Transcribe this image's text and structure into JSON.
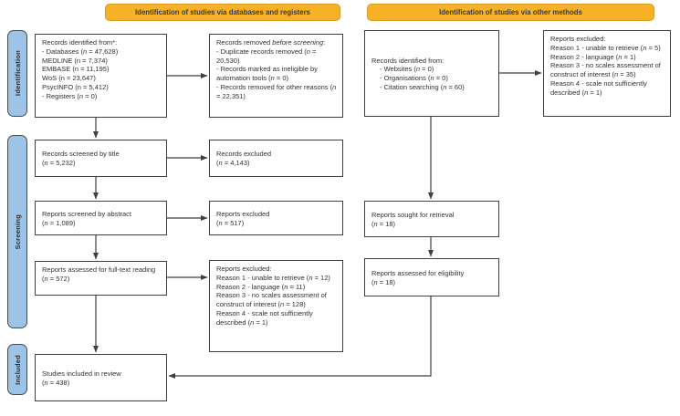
{
  "banners": {
    "databases": "Identification of studies via databases and registers",
    "other_methods": "Identification of studies via other methods"
  },
  "sidebar": {
    "identification": "Identification",
    "screening": "Screening",
    "included": "Included"
  },
  "colors": {
    "banner_fill": "#F7B127",
    "sidebar_fill": "#9DC3E6",
    "box_border": "#3F3F3F",
    "text": "#303030"
  },
  "boxes": {
    "records_identified_databases": {
      "lines": [
        "Records identified from*:",
        [
          {
            "t": "- Databases ("
          },
          {
            "t": "n",
            "i": true
          },
          {
            "t": " = 47,628)"
          }
        ],
        "MEDLINE (n = 7,374)",
        "EMBASE (n = 11,195)",
        "WoS (n = 23,647)",
        "PsycINFO (n = 5,412)",
        [
          {
            "t": "- Registers ("
          },
          {
            "t": "n",
            "i": true
          },
          {
            "t": " = 0)"
          }
        ]
      ]
    },
    "records_removed": {
      "lines": [
        [
          {
            "t": "Records removed "
          },
          {
            "t": "before screening",
            "i": true
          },
          {
            "t": ":"
          }
        ],
        [
          {
            "t": "- Duplicate records removed ("
          },
          {
            "t": "n",
            "i": true
          },
          {
            "t": " = 20,530)"
          }
        ],
        [
          {
            "t": "- Records marked as ineligible by automation tools ("
          },
          {
            "t": "n",
            "i": true
          },
          {
            "t": " = 0)"
          }
        ],
        [
          {
            "t": "- Records removed for other reasons ("
          },
          {
            "t": "n",
            "i": true
          },
          {
            "t": " = 22,351)"
          }
        ]
      ]
    },
    "records_screened_title": {
      "lines": [
        "Records screened by title",
        [
          {
            "t": "("
          },
          {
            "t": "n",
            "i": true
          },
          {
            "t": " = 5,232)"
          }
        ]
      ]
    },
    "records_excluded": {
      "lines": [
        "Records excluded",
        [
          {
            "t": "("
          },
          {
            "t": "n",
            "i": true
          },
          {
            "t": " = 4,143)"
          }
        ]
      ]
    },
    "reports_screened_abstract": {
      "lines": [
        "Reports screened by abstract",
        [
          {
            "t": "("
          },
          {
            "t": "n",
            "i": true
          },
          {
            "t": " = 1,089)"
          }
        ]
      ]
    },
    "reports_excluded_abstract": {
      "lines": [
        "Reports excluded",
        [
          {
            "t": "("
          },
          {
            "t": "n",
            "i": true
          },
          {
            "t": " = 517)"
          }
        ]
      ]
    },
    "reports_assessed_fulltext": {
      "lines": [
        "Reports assessed for full-text reading",
        [
          {
            "t": "("
          },
          {
            "t": "n",
            "i": true
          },
          {
            "t": " = 572)"
          }
        ]
      ]
    },
    "reports_excluded_fulltext": {
      "lines": [
        "Reports excluded:",
        [
          {
            "t": "Reason 1 - unable to retrieve ("
          },
          {
            "t": "n",
            "i": true
          },
          {
            "t": " = 12)"
          }
        ],
        [
          {
            "t": "Reason 2 - language ("
          },
          {
            "t": "n",
            "i": true
          },
          {
            "t": " = 11)"
          }
        ],
        [
          {
            "t": "Reason 3 - no scales assessment of construct of interest ("
          },
          {
            "t": "n",
            "i": true
          },
          {
            "t": " = 128)"
          }
        ],
        [
          {
            "t": "Reason 4 - scale not sufficiently described ("
          },
          {
            "t": "n",
            "i": true
          },
          {
            "t": " = 1)"
          }
        ]
      ]
    },
    "studies_included": {
      "lines": [
        "Studies included in review",
        [
          {
            "t": "("
          },
          {
            "t": "n",
            "i": true
          },
          {
            "t": " = 438)"
          }
        ]
      ]
    },
    "records_identified_other": {
      "lines": [
        "Records identified from:",
        [
          {
            "t": "- Websites ("
          },
          {
            "t": "n",
            "i": true
          },
          {
            "t": " = 0)"
          }
        ],
        [
          {
            "t": "- Organisations ("
          },
          {
            "t": "n",
            "i": true
          },
          {
            "t": " = 0)"
          }
        ],
        [
          {
            "t": "- Citation searching ("
          },
          {
            "t": "n",
            "i": true
          },
          {
            "t": " = 60)"
          }
        ]
      ]
    },
    "reports_excluded_other": {
      "lines": [
        "Reports excluded:",
        [
          {
            "t": "Reason 1 - unable to retrieve ("
          },
          {
            "t": "n",
            "i": true
          },
          {
            "t": " = 5)"
          }
        ],
        [
          {
            "t": "Reason 2 - language ("
          },
          {
            "t": "n",
            "i": true
          },
          {
            "t": " = 1)"
          }
        ],
        [
          {
            "t": "Reason 3 - no scales assessment of construct of interest ("
          },
          {
            "t": "n",
            "i": true
          },
          {
            "t": " = 35)"
          }
        ],
        [
          {
            "t": "Reason 4 - scale not sufficiently described ("
          },
          {
            "t": "n",
            "i": true
          },
          {
            "t": " = 1)"
          }
        ]
      ]
    },
    "reports_sought_retrieval": {
      "lines": [
        "Reports sought for retrieval",
        [
          {
            "t": "("
          },
          {
            "t": "n",
            "i": true
          },
          {
            "t": " = 18)"
          }
        ]
      ]
    },
    "reports_assessed_eligibility": {
      "lines": [
        "Reports assessed for eligibility",
        [
          {
            "t": "("
          },
          {
            "t": "n",
            "i": true
          },
          {
            "t": " = 18)"
          }
        ]
      ]
    }
  }
}
